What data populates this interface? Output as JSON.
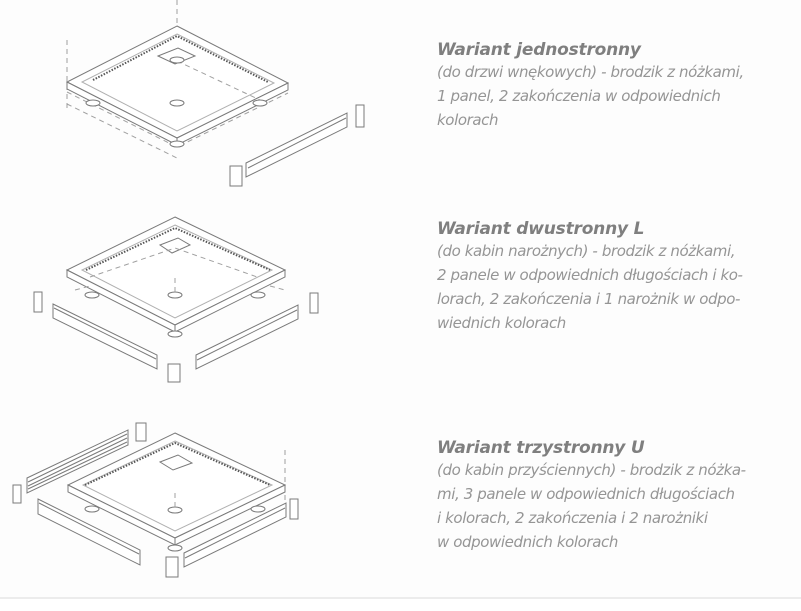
{
  "variants": [
    {
      "title": "Wariant jednostronny",
      "description": "(do drzwi wnękowych) -  brodzik z nóżkami,\n1 panel, 2 zakończenia w odpowiednich\nkolorach",
      "drawing": "tray-one-side-panel-icon"
    },
    {
      "title": "Wariant dwustronny  L",
      "description": "(do kabin narożnych) - brodzik z nóżkami,\n2 panele w odpowiednich długościach i ko-\nlorach, 2 zakończenia i 1 narożnik w odpo-\nwiednich kolorach",
      "drawing": "tray-two-side-panels-icon"
    },
    {
      "title": "Wariant trzystronny U",
      "description": "(do kabin przyściennych) - brodzik z nóżka-\nmi, 3 panele w odpowiednich długościach\ni kolorach, 2 zakończenia i 2 narożniki\nw odpowiednich kolorach",
      "drawing": "tray-three-side-panels-icon"
    }
  ],
  "colors": {
    "title": "#7f7f7f",
    "text": "#959595",
    "line": "#7a7a7a",
    "background": "#fdfdfd"
  }
}
